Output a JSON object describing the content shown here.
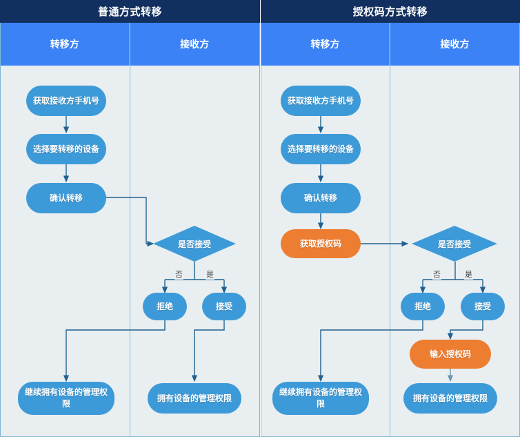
{
  "panels": [
    {
      "id": "normal",
      "title": "普通方式转移",
      "columns": [
        {
          "label": "转移方"
        },
        {
          "label": "接收方"
        }
      ],
      "nodes": [
        {
          "name": "get-receiver-phone",
          "label": "获取接收方手机号",
          "type": "process",
          "color": "#3d9ad8"
        },
        {
          "name": "select-device",
          "label": "选择要转移的设备",
          "type": "process",
          "color": "#3d9ad8"
        },
        {
          "name": "confirm-transfer",
          "label": "确认转移",
          "type": "process",
          "color": "#3d9ad8"
        },
        {
          "name": "accept-decision",
          "label": "是否接受",
          "type": "decision",
          "color": "#3d9ad8"
        },
        {
          "name": "reject",
          "label": "拒绝",
          "type": "process",
          "color": "#3d9ad8"
        },
        {
          "name": "accept",
          "label": "接受",
          "type": "process",
          "color": "#3d9ad8"
        },
        {
          "name": "keep-device-admin",
          "label": "继续拥有设备的管理权限",
          "type": "process",
          "color": "#3d9ad8"
        },
        {
          "name": "own-device-admin",
          "label": "拥有设备的管理权限",
          "type": "process",
          "color": "#3d9ad8"
        }
      ],
      "edge_labels": {
        "no": "否",
        "yes": "是"
      }
    },
    {
      "id": "authcode",
      "title": "授权码方式转移",
      "columns": [
        {
          "label": "转移方"
        },
        {
          "label": "接收方"
        }
      ],
      "nodes": [
        {
          "name": "get-receiver-phone",
          "label": "获取接收方手机号",
          "type": "process",
          "color": "#3d9ad8"
        },
        {
          "name": "select-device",
          "label": "选择要转移的设备",
          "type": "process",
          "color": "#3d9ad8"
        },
        {
          "name": "confirm-transfer",
          "label": "确认转移",
          "type": "process",
          "color": "#3d9ad8"
        },
        {
          "name": "get-auth-code",
          "label": "获取授权码",
          "type": "process",
          "color": "#ed7d31"
        },
        {
          "name": "accept-decision",
          "label": "是否接受",
          "type": "decision",
          "color": "#3d9ad8"
        },
        {
          "name": "reject",
          "label": "拒绝",
          "type": "process",
          "color": "#3d9ad8"
        },
        {
          "name": "accept",
          "label": "接受",
          "type": "process",
          "color": "#3d9ad8"
        },
        {
          "name": "enter-auth-code",
          "label": "输入授权码",
          "type": "process",
          "color": "#ed7d31"
        },
        {
          "name": "keep-device-admin",
          "label": "继续拥有设备的管理权限",
          "type": "process",
          "color": "#3d9ad8"
        },
        {
          "name": "own-device-admin",
          "label": "拥有设备的管理权限",
          "type": "process",
          "color": "#3d9ad8"
        }
      ],
      "edge_labels": {
        "no": "否",
        "yes": "是"
      }
    }
  ],
  "theme": {
    "title_bar": "#12305f",
    "column_header": "#3b82f6",
    "canvas_background": "#e9eef0",
    "node_blue": "#3d9ad8",
    "node_orange": "#ed7d31",
    "connector": "#1f6190",
    "grid_line": "#7fb8d4"
  }
}
